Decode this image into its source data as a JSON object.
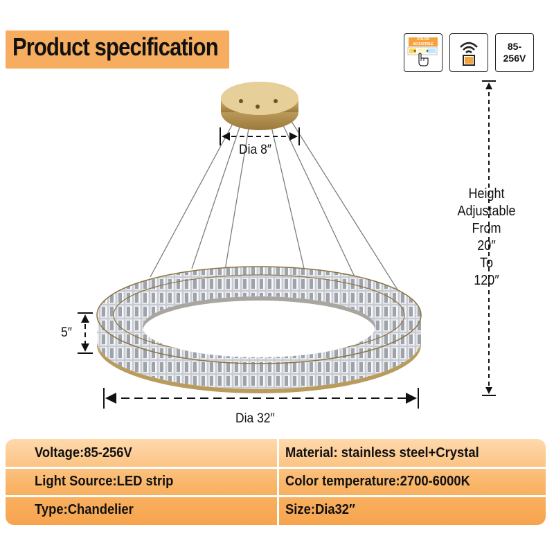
{
  "header": {
    "title": "Product specification"
  },
  "badges": {
    "color": {
      "label_line1": "COLOR",
      "label_line2": "ADJUSTBLE",
      "icon": "color-temperature-touch-icon",
      "accent": "#f7a13a"
    },
    "wifi": {
      "icon": "wifi-remote-icon"
    },
    "voltage": {
      "line1": "85-",
      "line2": "256V"
    }
  },
  "dimensions": {
    "canopy": "Dia 8″",
    "ring_height": "5″",
    "ring_diameter": "Dia 32″",
    "height_adjust": [
      "Height",
      "Adjustable",
      "From",
      "20″",
      "To",
      "120″"
    ]
  },
  "specs": {
    "voltage": "Voltage:85-256V",
    "material": "Material: stainless steel+Crystal",
    "light_source": "Light Source:LED strip",
    "color_temperature": "Color temperature:2700-6000K",
    "type": "Type:Chandelier",
    "size": "Size:Dia32″"
  },
  "colors": {
    "accent_orange": "#f7ad60",
    "gold": "#b8914a",
    "crystal": "#c9ccd2"
  }
}
